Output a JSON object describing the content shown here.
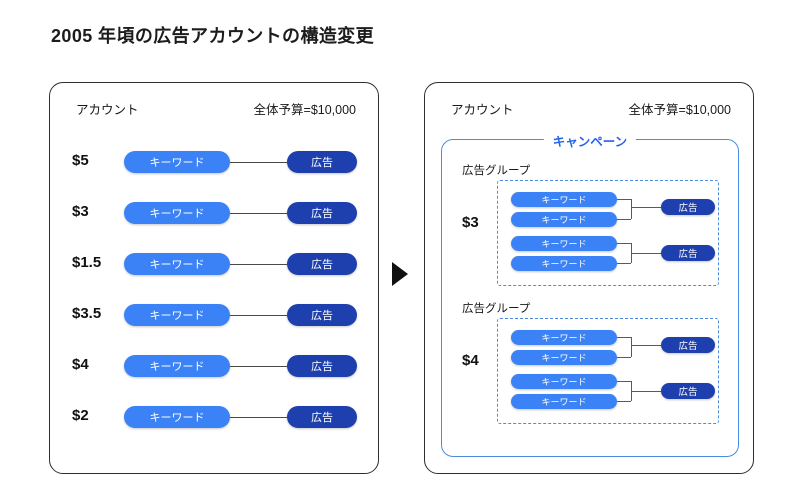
{
  "page": {
    "title": "2005 年頃の広告アカウントの構造変更",
    "background": "#ffffff"
  },
  "colors": {
    "keyword_pill": "#3b82f6",
    "ad_pill": "#1e40af",
    "campaign_border": "#4a8de0",
    "campaign_label": "#2563eb",
    "panel_border": "#2e2e2e",
    "connector": "#4a4a4a"
  },
  "arrow": {
    "icon": "play-triangle-right-icon"
  },
  "left_panel": {
    "account_label": "アカウント",
    "budget_label": "全体予算=$10,000",
    "rows": [
      {
        "price": "$5",
        "keyword": "キーワード",
        "ad": "広告"
      },
      {
        "price": "$3",
        "keyword": "キーワード",
        "ad": "広告"
      },
      {
        "price": "$1.5",
        "keyword": "キーワード",
        "ad": "広告"
      },
      {
        "price": "$3.5",
        "keyword": "キーワード",
        "ad": "広告"
      },
      {
        "price": "$4",
        "keyword": "キーワード",
        "ad": "広告"
      },
      {
        "price": "$2",
        "keyword": "キーワード",
        "ad": "広告"
      }
    ]
  },
  "right_panel": {
    "account_label": "アカウント",
    "budget_label": "全体予算=$10,000",
    "campaign_label": "キャンペーン",
    "ad_groups": [
      {
        "title": "広告グループ",
        "price": "$3",
        "keywords": [
          "キーワード",
          "キーワード",
          "キーワード",
          "キーワード"
        ],
        "ads": [
          "広告",
          "広告"
        ]
      },
      {
        "title": "広告グループ",
        "price": "$4",
        "keywords": [
          "キーワード",
          "キーワード",
          "キーワード",
          "キーワード"
        ],
        "ads": [
          "広告",
          "広告"
        ]
      }
    ]
  }
}
